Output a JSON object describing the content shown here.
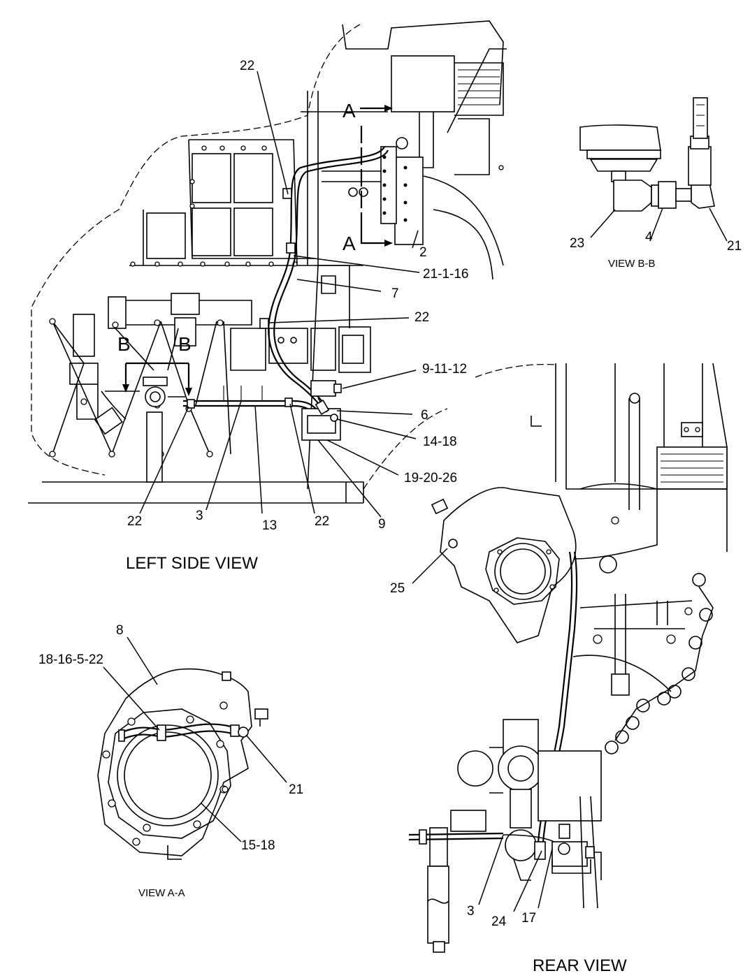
{
  "views": {
    "left_side": "LEFT SIDE VIEW",
    "rear": "REAR VIEW",
    "view_aa": "VIEW A-A",
    "view_bb": "VIEW B-B"
  },
  "section_markers": {
    "a_top": "A",
    "a_bottom": "A",
    "b_left": "B",
    "b_right": "B"
  },
  "callouts": {
    "c22_top": "22",
    "c2": "2",
    "c21_1_16": "21-1-16",
    "c7": "7",
    "c22_mid": "22",
    "c9_11_12": "9-11-12",
    "c6": "6",
    "c14_18": "14-18",
    "c19_20_26": "19-20-26",
    "c9": "9",
    "c22_bl": "22",
    "c3_left": "3",
    "c13": "13",
    "c22_br": "22",
    "c23": "23",
    "c4": "4",
    "c21_bb": "21",
    "c25": "25",
    "c8": "8",
    "c18_16_5_22": "18-16-5-22",
    "c21_aa": "21",
    "c15_18": "15-18",
    "c3_rear": "3",
    "c24": "24",
    "c17": "17"
  }
}
